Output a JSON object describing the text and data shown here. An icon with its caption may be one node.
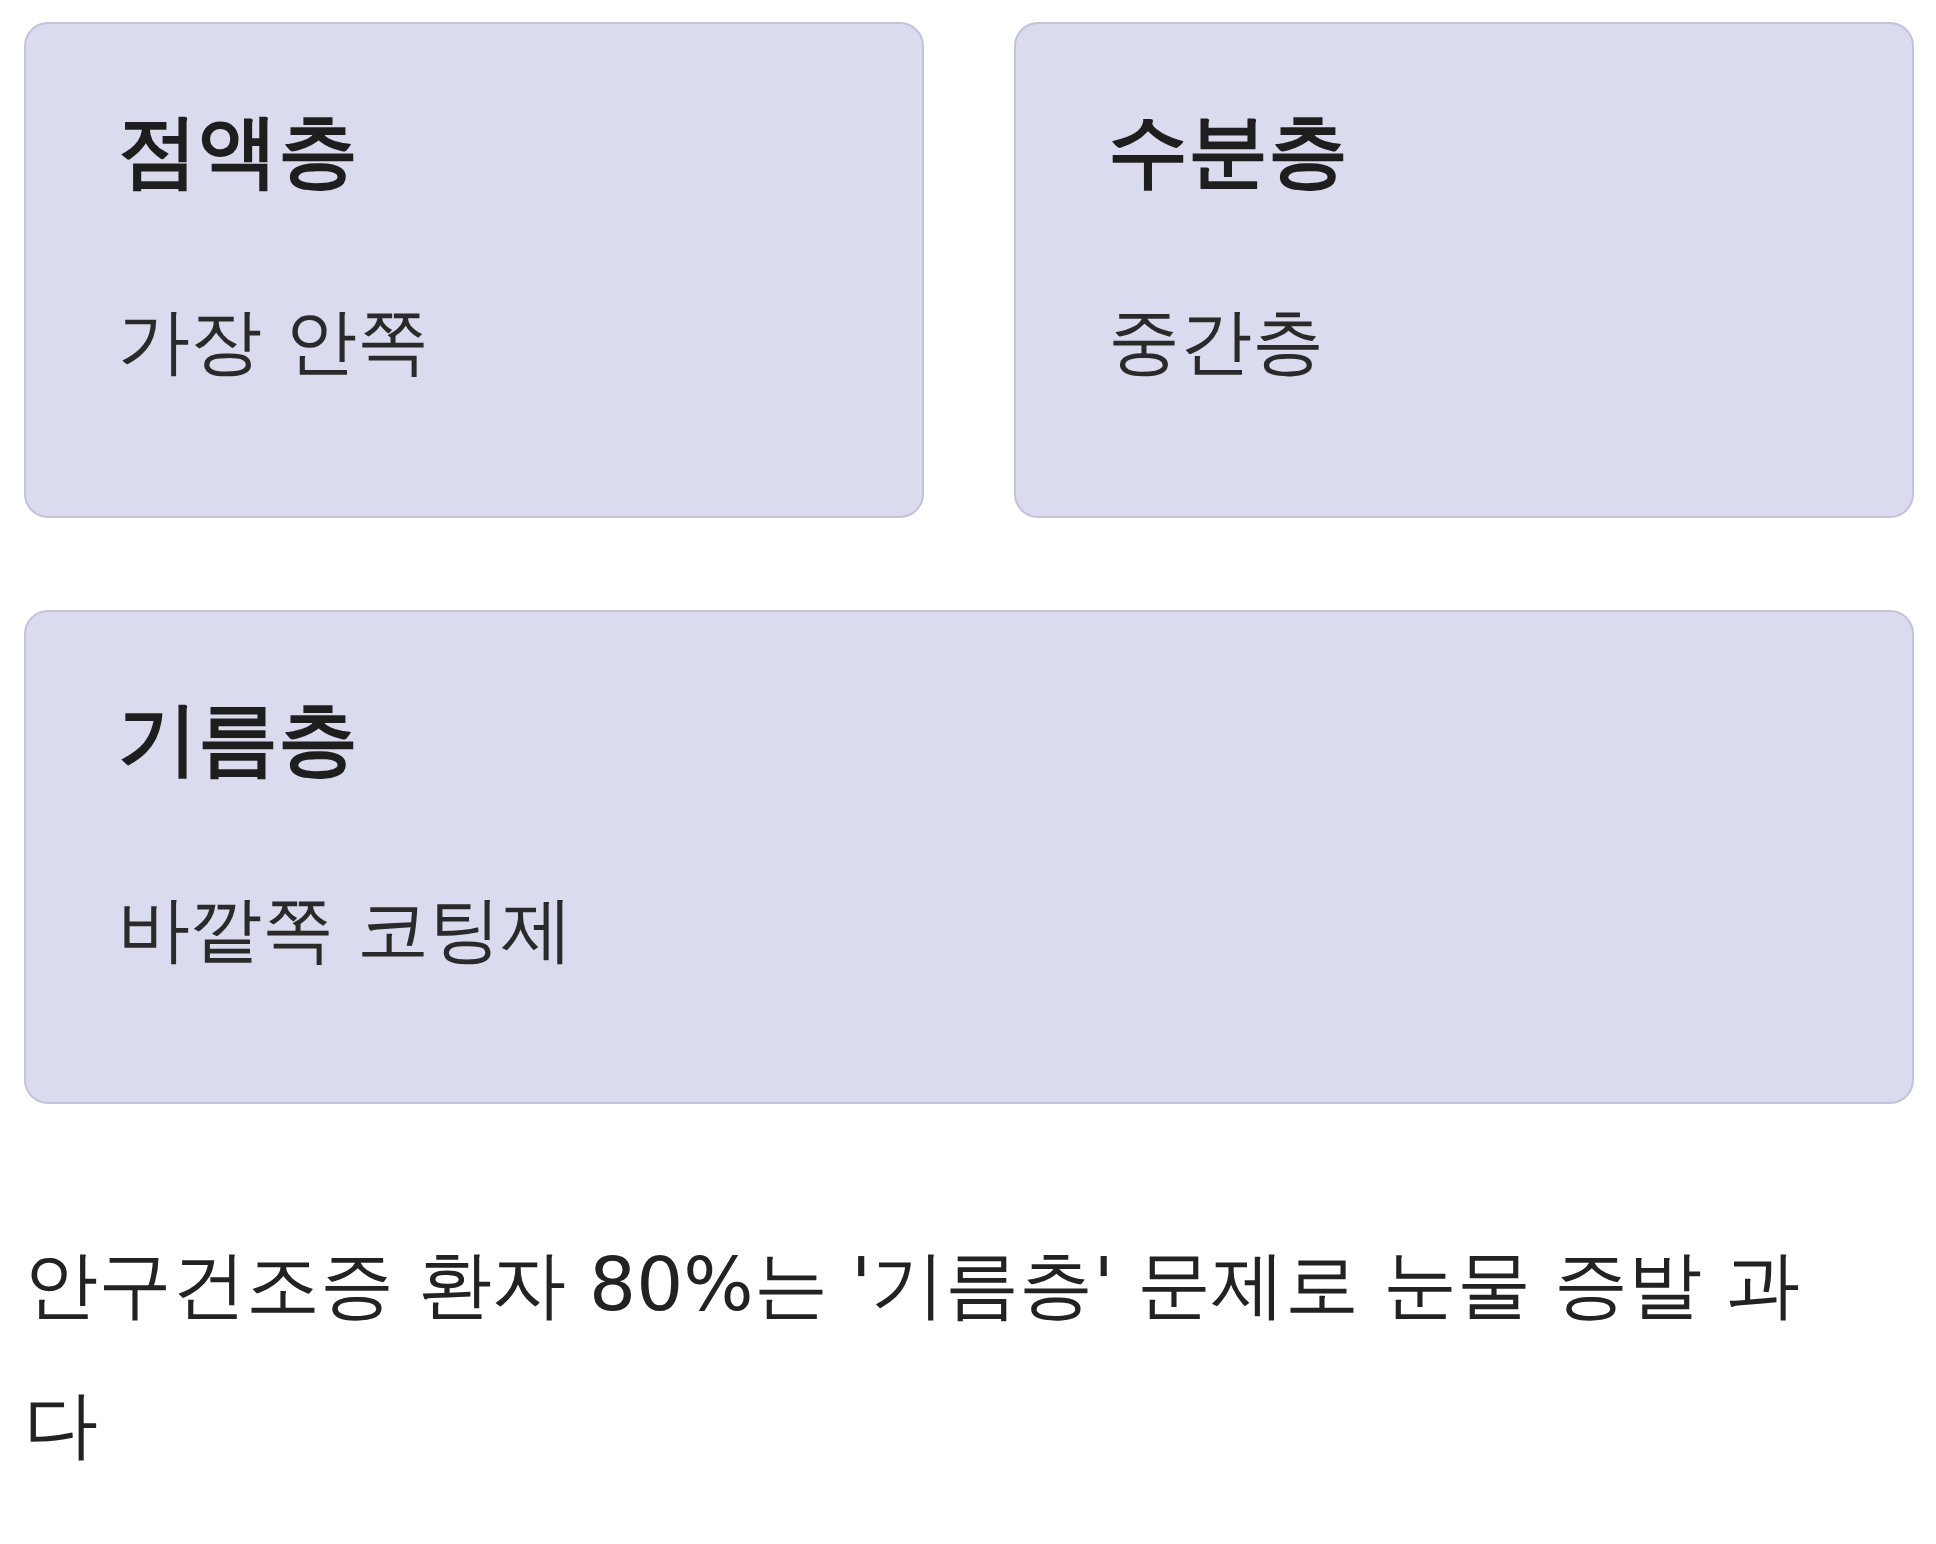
{
  "diagram": {
    "nodes": [
      {
        "text": [
          "점액층",
          "가장 안쪽"
        ]
      },
      {
        "text": [
          "수분층",
          "중간층"
        ]
      },
      {
        "text": [
          "기름층",
          "바깥쪽 코팅제"
        ]
      }
    ],
    "caption": "안구건조증 환자 80%는 '기름층' 문제로 눈물 증발 과다"
  }
}
